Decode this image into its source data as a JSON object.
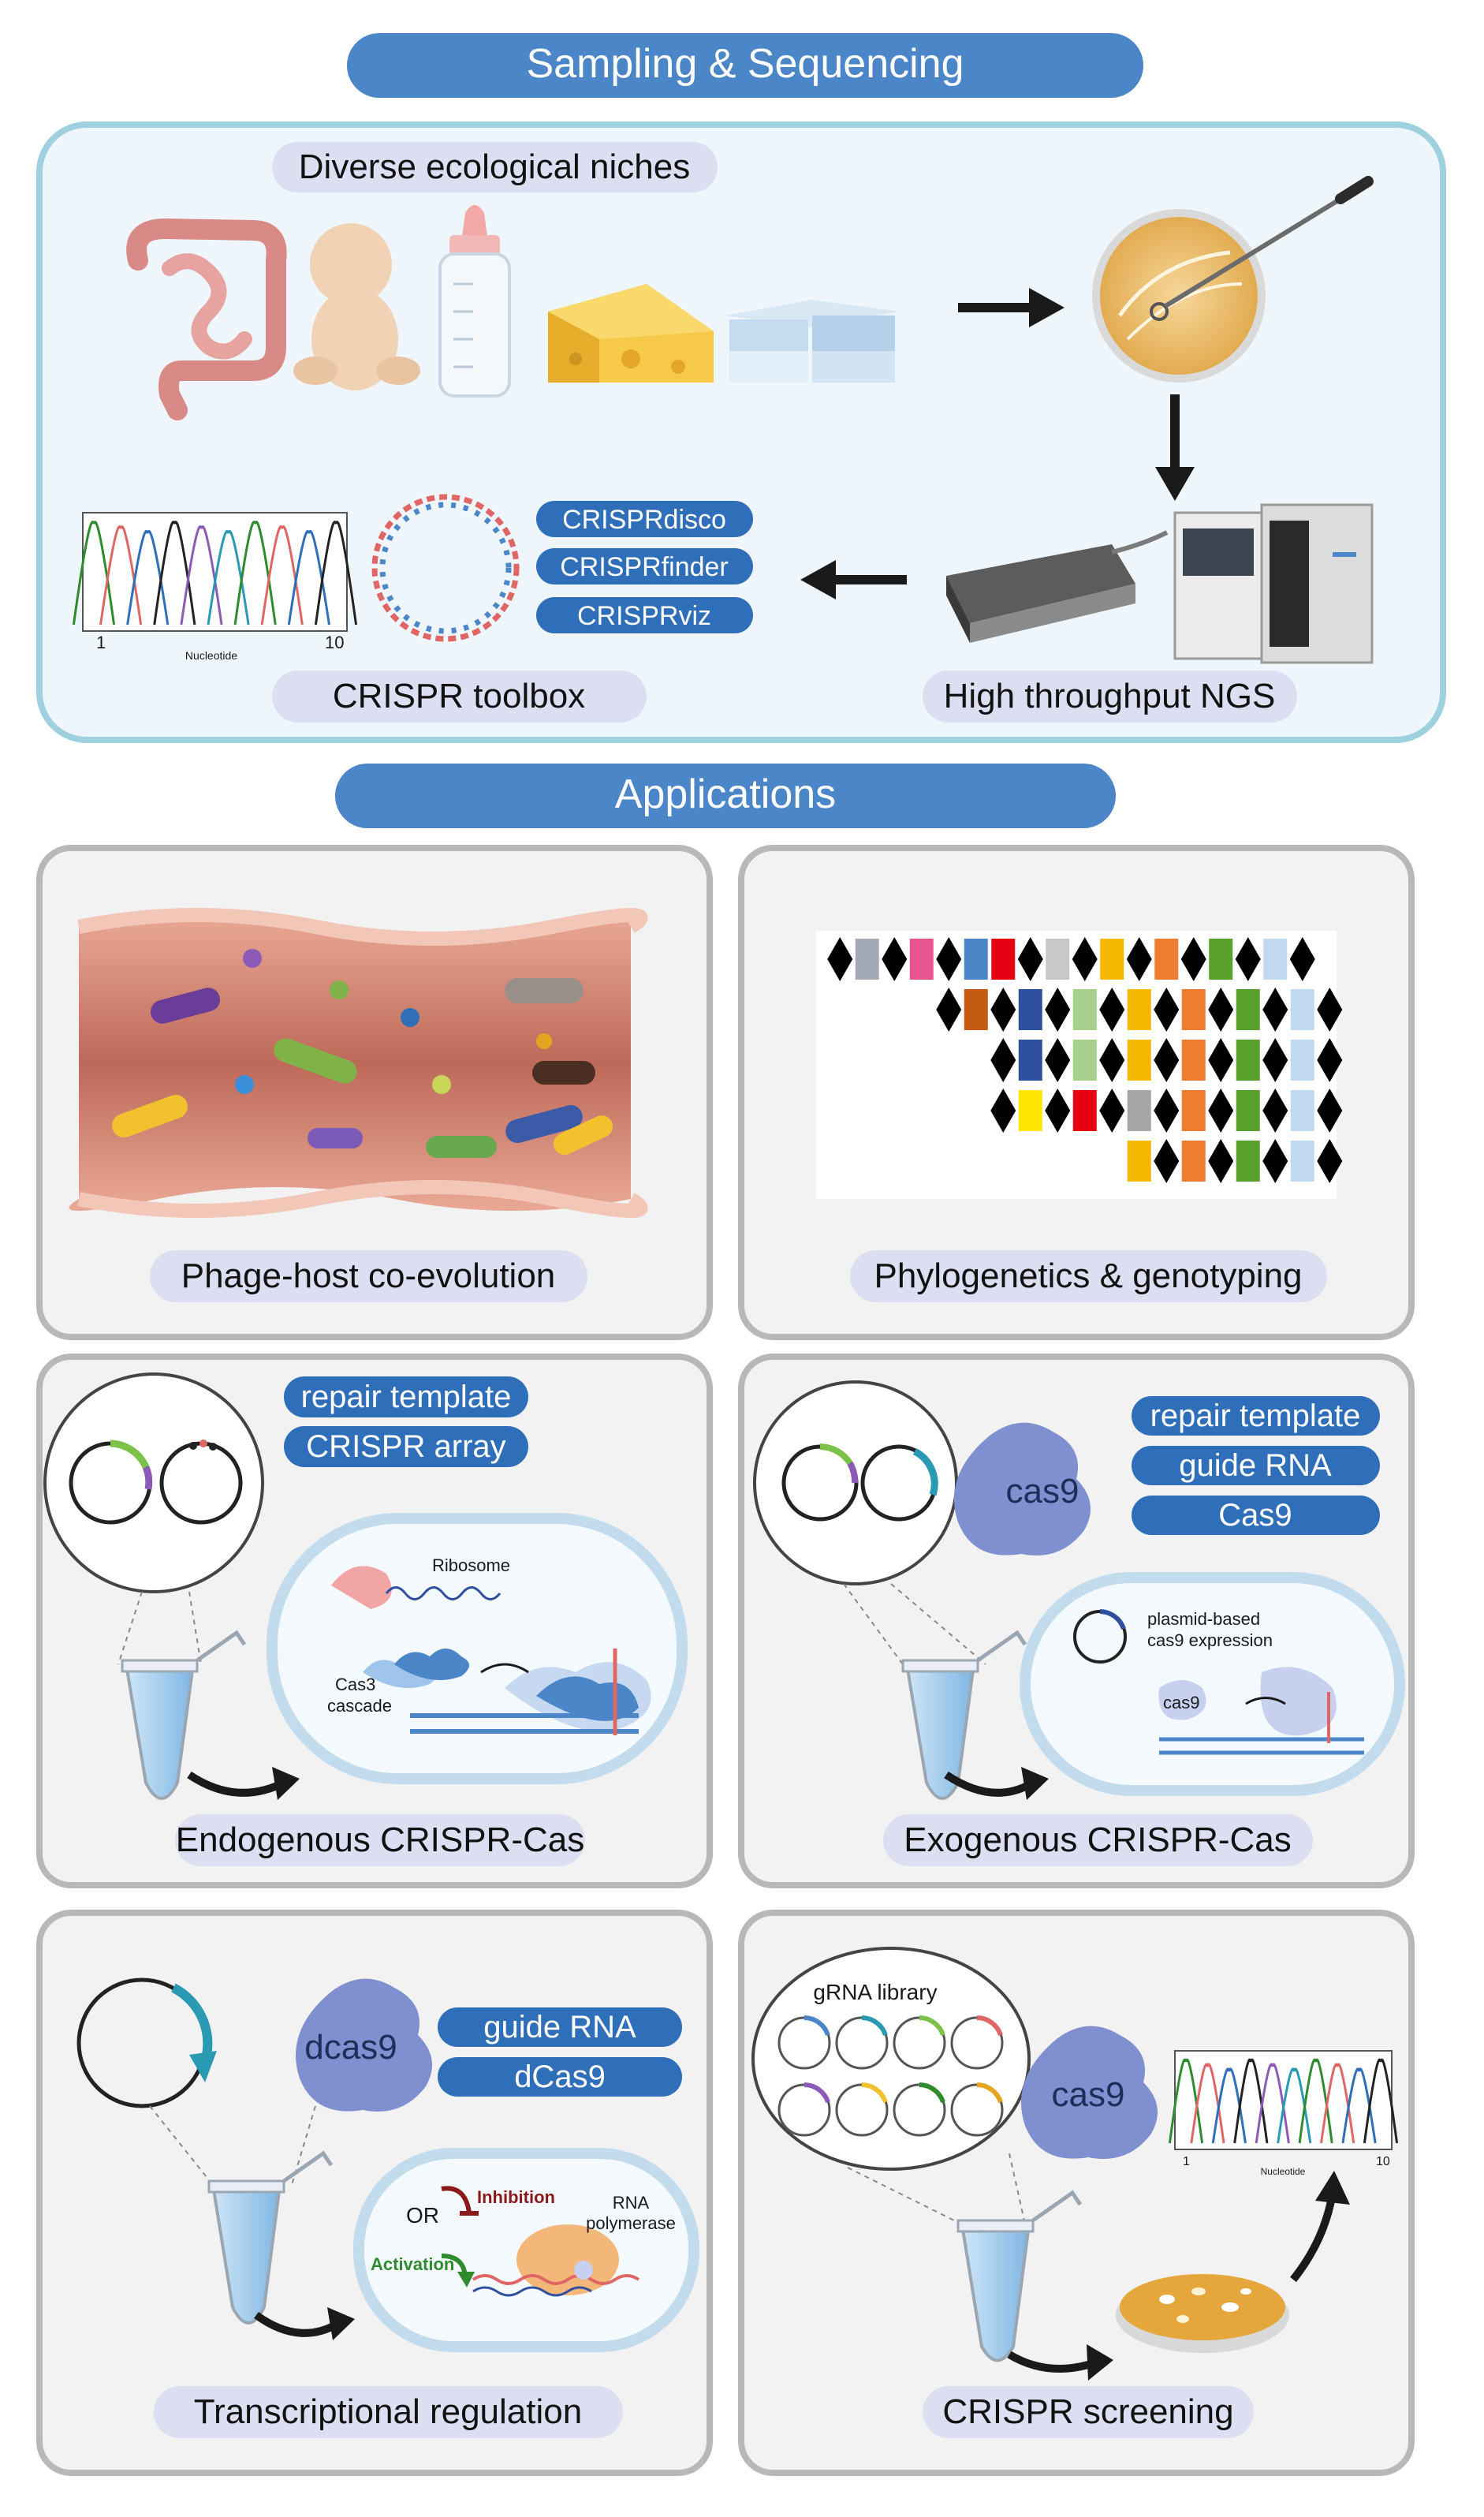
{
  "sampling": {
    "banner": "Sampling & Sequencing",
    "niches_label": "Diverse ecological niches",
    "ngs_label": "High throughput NGS",
    "toolbox_label": "CRISPR toolbox",
    "tools": [
      "CRISPRdisco",
      "CRISPRfinder",
      "CRISPRviz"
    ],
    "chromatogram_axis_label": "Nucleotide",
    "chromatogram_tick_start": "1",
    "chromatogram_tick_end": "10"
  },
  "applications": {
    "banner": "Applications",
    "phage_label": "Phage-host co-evolution",
    "phylo_label": "Phylogenetics & genotyping",
    "endogenous": {
      "label": "Endogenous CRISPR-Cas",
      "tags": [
        "repair template",
        "CRISPR array"
      ],
      "ribosome": "Ribosome",
      "cas3_line1": "Cas3",
      "cas3_line2": "cascade"
    },
    "exogenous": {
      "label": "Exogenous CRISPR-Cas",
      "tags": [
        "repair template",
        "guide RNA",
        "Cas9"
      ],
      "protein": "cas9",
      "plasmid_line1": "plasmid-based",
      "plasmid_line2": "cas9 expression",
      "cas9_small": "cas9"
    },
    "transcriptional": {
      "label": "Transcriptional regulation",
      "tags": [
        "guide RNA",
        "dCas9"
      ],
      "protein": "dcas9",
      "or": "OR",
      "inhibition": "Inhibition",
      "activation": "Activation",
      "rnap_line1": "RNA",
      "rnap_line2": "polymerase"
    },
    "screening": {
      "label": "CRISPR screening",
      "protein": "cas9",
      "library": "gRNA library",
      "axis_label": "Nucleotide",
      "tick_start": "1",
      "tick_end": "10"
    }
  },
  "colors": {
    "banner_blue": "#4a86c8",
    "tag_blue": "#2f6fb9",
    "pill_lavender": "#dcdff2",
    "panel_gray": "#f2f2f2",
    "panel_border": "#b8b8b8",
    "top_panel_fill": "#eef6fb",
    "top_panel_border": "#9fd0e0",
    "cas_protein": "#7f8fcf"
  },
  "phylo_grid": {
    "rows": [
      [
        "D",
        "#a3aab5",
        "D",
        "#e8548f",
        "D",
        "#4a86c8",
        "#e60012",
        "D",
        "#c8c8c8",
        "D",
        "#f5b800",
        "D",
        "#ed7d31",
        "D",
        "#5aa02c",
        "D",
        "#c0d8f0",
        "D"
      ],
      [
        "",
        "",
        "",
        "",
        "D",
        "#c55a11",
        "D",
        "#2f4f9f",
        "D",
        "#a9d18e",
        "D",
        "#f5b800",
        "D",
        "#ed7d31",
        "D",
        "#5aa02c",
        "D",
        "#c0d8f0",
        "D"
      ],
      [
        "",
        "",
        "",
        "",
        "",
        "",
        "D",
        "#2f4f9f",
        "D",
        "#a9d18e",
        "D",
        "#f5b800",
        "D",
        "#ed7d31",
        "D",
        "#5aa02c",
        "D",
        "#c0d8f0",
        "D"
      ],
      [
        "",
        "",
        "",
        "",
        "",
        "",
        "D",
        "#ffe600",
        "D",
        "#e60012",
        "D",
        "#a6a6a6",
        "D",
        "#ed7d31",
        "D",
        "#5aa02c",
        "D",
        "#c0d8f0",
        "D"
      ],
      [
        "",
        "",
        "",
        "",
        "",
        "",
        "",
        "",
        "",
        "",
        "",
        "#f5b800",
        "D",
        "#ed7d31",
        "D",
        "#5aa02c",
        "D",
        "#c0d8f0",
        "D"
      ]
    ]
  }
}
